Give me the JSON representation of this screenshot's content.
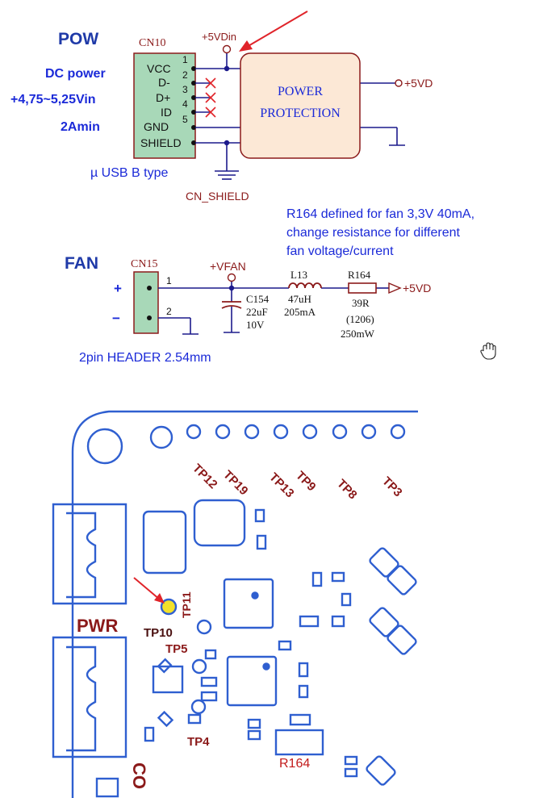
{
  "schematic": {
    "pow": {
      "title": "POW",
      "connector_ref": "CN10",
      "dc_power": "DC power",
      "voltage_range": "+4,75~5,25Vin",
      "current": "2Amin",
      "usb_type": "µ USB B type",
      "pins": [
        {
          "name": "VCC",
          "number": "1"
        },
        {
          "name": "D-",
          "number": "2"
        },
        {
          "name": "D+",
          "number": "3"
        },
        {
          "name": "ID",
          "number": "4"
        },
        {
          "name": "GND",
          "number": "5"
        },
        {
          "name": "SHIELD",
          "number": ""
        }
      ],
      "net_5vdin": "+5VDin",
      "block_line1": "POWER",
      "block_line2": "PROTECTION",
      "net_5vd": "+5VD",
      "cn_shield": "CN_SHIELD"
    },
    "note": {
      "line1": "R164 defined for fan 3,3V 40mA,",
      "line2": "change resistance for different",
      "line3": "fan voltage/current"
    },
    "fan": {
      "title": "FAN",
      "connector_ref": "CN15",
      "plus": "+",
      "minus": "−",
      "pin1": "1",
      "pin2": "2",
      "net_vfan": "+VFAN",
      "cap_ref": "C154",
      "cap_value": "22uF",
      "cap_voltage": "10V",
      "ind_ref": "L13",
      "ind_value": "47uH",
      "ind_current": "205mA",
      "res_ref": "R164",
      "res_value": "39R",
      "res_package": "(1206)",
      "res_power": "250mW",
      "net_5vd": "+5VD",
      "header": "2pin HEADER 2.54mm"
    }
  },
  "board": {
    "testpoints_top": [
      "TP12",
      "TP19",
      "TP13",
      "TP9",
      "TP8",
      "TP3"
    ],
    "pwr_label": "PWR",
    "tp11": "TP11",
    "tp10": "TP10",
    "tp5": "TP5",
    "tp4": "TP4",
    "r164": "R164",
    "co_partial": "CO"
  },
  "colors": {
    "schematic_line": "#1c1a8c",
    "text_blue": "#1b2ad8",
    "heading_blue": "#1f3aa8",
    "connector_fill": "#a8d8b8",
    "block_fill": "#fce8d6",
    "component_brown": "#8b1a1a",
    "board_blue": "#2f5fd0",
    "board_label": "#8b1a1a",
    "arrow_red": "#e0242a",
    "highlight_yellow": "#f3e12a"
  },
  "icons": [
    "hand-cursor-icon",
    "red-arrow-icon"
  ]
}
